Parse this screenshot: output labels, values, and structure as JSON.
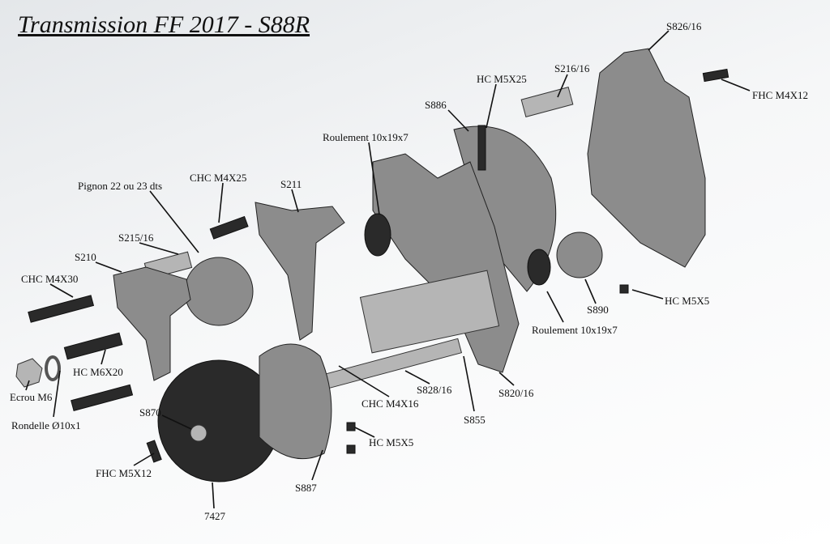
{
  "title": "Transmission FF 2017 - S88R",
  "labels": {
    "s826": "S826/16",
    "fhc_m4x12": "FHC M4X12",
    "s216": "S216/16",
    "hc_m5x25": "HC M5X25",
    "s886": "S886",
    "roulement_top": "Roulement 10x19x7",
    "s211": "S211",
    "chc_m4x25": "CHC M4X25",
    "pignon": "Pignon 22 ou 23 dts",
    "s215": "S215/16",
    "s210": "S210",
    "chc_m4x30": "CHC M4X30",
    "hc_m6x20": "HC M6X20",
    "ecrou": "Ecrou M6",
    "rondelle": "Rondelle Ø10x1",
    "s870": "S870",
    "fhc_m5x12": "FHC M5X12",
    "p7427": "7427",
    "s887": "S887",
    "hc_m5x5_bottom": "HC M5X5",
    "chc_m4x16": "CHC M4X16",
    "s828": "S828/16",
    "s855": "S855",
    "s820": "S820/16",
    "roulement_bottom": "Roulement 10x19x7",
    "s890": "S890",
    "hc_m5x5_right": "HC M5X5"
  }
}
